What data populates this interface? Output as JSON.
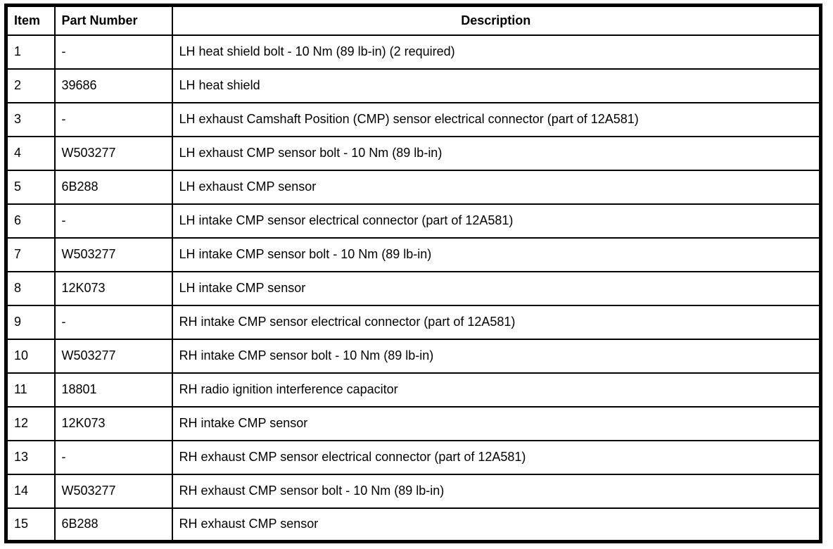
{
  "colors": {
    "background": "#ffffff",
    "border": "#000000",
    "text": "#000000"
  },
  "table": {
    "columns": [
      {
        "label": "Item"
      },
      {
        "label": "Part Number"
      },
      {
        "label": "Description"
      }
    ],
    "rows": [
      {
        "item": "1",
        "part_number": "-",
        "description": "LH heat shield bolt - 10 Nm (89 lb-in) (2 required)"
      },
      {
        "item": "2",
        "part_number": "39686",
        "description": "LH heat shield"
      },
      {
        "item": "3",
        "part_number": "-",
        "description": "LH exhaust Camshaft Position (CMP) sensor electrical connector (part of 12A581)"
      },
      {
        "item": "4",
        "part_number": "W503277",
        "description": "LH exhaust CMP sensor bolt - 10 Nm (89 lb-in)"
      },
      {
        "item": "5",
        "part_number": "6B288",
        "description": "LH exhaust CMP sensor"
      },
      {
        "item": "6",
        "part_number": "-",
        "description": "LH intake CMP sensor electrical connector (part of 12A581)"
      },
      {
        "item": "7",
        "part_number": "W503277",
        "description": "LH intake CMP sensor bolt - 10 Nm (89 lb-in)"
      },
      {
        "item": "8",
        "part_number": "12K073",
        "description": "LH intake CMP sensor"
      },
      {
        "item": "9",
        "part_number": "-",
        "description": "RH intake CMP sensor electrical connector (part of 12A581)"
      },
      {
        "item": "10",
        "part_number": "W503277",
        "description": "RH intake CMP sensor bolt - 10 Nm (89 lb-in)"
      },
      {
        "item": "11",
        "part_number": "18801",
        "description": "RH radio ignition interference capacitor"
      },
      {
        "item": "12",
        "part_number": "12K073",
        "description": "RH intake CMP sensor"
      },
      {
        "item": "13",
        "part_number": "-",
        "description": "RH exhaust CMP sensor electrical connector (part of 12A581)"
      },
      {
        "item": "14",
        "part_number": "W503277",
        "description": "RH exhaust CMP sensor bolt - 10 Nm (89 lb-in)"
      },
      {
        "item": "15",
        "part_number": "6B288",
        "description": "RH exhaust CMP sensor"
      }
    ]
  }
}
